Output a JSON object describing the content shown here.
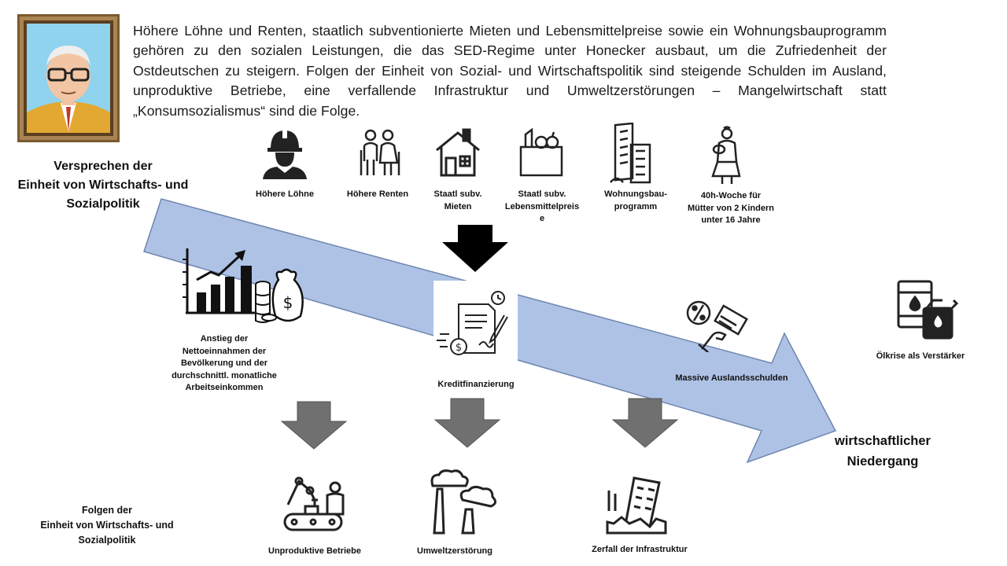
{
  "intro_text": "Höhere Löhne und Renten, staatlich subventionierte Mieten und Lebensmittelpreise sowie ein Wohnungsbauprogramm gehören zu den sozialen Leistungen, die das SED-Regime unter Honecker ausbaut, um die Zufriedenheit der Ostdeutschen zu steigern. Folgen der Einheit von Sozial- und Wirtschaftspolitik sind steigende Schulden im Ausland, unproduktive Betriebe, eine verfallende Infrastruktur und Umweltzerstörungen – Mangelwirtschaft statt „Konsumsozialismus“ sind die Folge.",
  "promise_title": "Versprechen der\nEinheit von Wirtschafts- und\nSozialpolitik",
  "promises": [
    {
      "icon": "construction-worker-icon",
      "label": "Höhere Löhne"
    },
    {
      "icon": "elderly-couple-icon",
      "label": "Höhere Renten"
    },
    {
      "icon": "house-icon",
      "label": "Staatl subv.\nMieten"
    },
    {
      "icon": "grocery-bag-icon",
      "label": "Staatl subv.\nLebensmittelpreis\ne"
    },
    {
      "icon": "apartment-buildings-icon",
      "label": "Wohnungsbau-\nprogramm"
    },
    {
      "icon": "mother-child-icon",
      "label": "40h-Woche für\nMütter von 2 Kindern\nunter 16 Jahre"
    }
  ],
  "income_label": "Anstieg der\nNettoeinnahmen der\nBevölkerung und der\ndurchschnittl. monatliche\nArbeitseinkommen",
  "credit_label": "Kreditfinanzierung",
  "debt_label": "Massive Auslandsschulden",
  "oil_label": "Ölkrise als Verstärker",
  "end_label": "wirtschaftlicher\nNiedergang",
  "consequence_title": "Folgen der\nEinheit von Wirtschafts- und\nSozialpolitik",
  "consequences": [
    {
      "icon": "factory-robot-icon",
      "label": "Unproduktive Betriebe"
    },
    {
      "icon": "smoking-chimneys-icon",
      "label": "Umweltzerstörung"
    },
    {
      "icon": "collapsing-building-icon",
      "label": "Zerfall der Infrastruktur"
    }
  ],
  "colors": {
    "big_arrow_fill": "#aec2e6",
    "big_arrow_stroke": "#6f86b0",
    "down_arrow_gray": "#707070",
    "frame": "#8a6a3e",
    "portrait_bg": "#8fd3ee"
  }
}
